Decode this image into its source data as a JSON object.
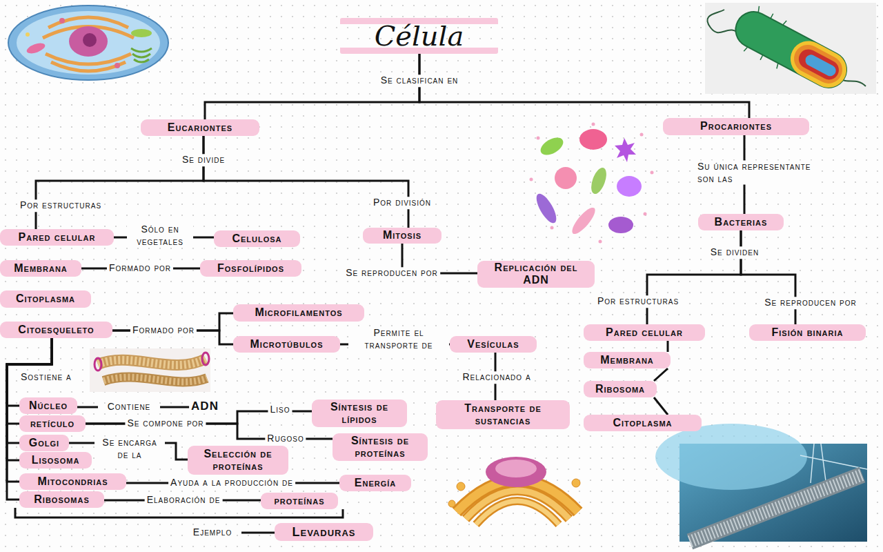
{
  "diagram": {
    "nodes": [
      {
        "text": [
          "Célula"
        ]
      },
      {
        "text": [
          "Eucariontes"
        ]
      },
      {
        "text": [
          "Procariontes"
        ]
      },
      {
        "text": [
          "Pared celular"
        ]
      },
      {
        "text": [
          "Celulosa"
        ]
      },
      {
        "text": [
          "Membrana"
        ]
      },
      {
        "text": [
          "Fosfolípidos"
        ]
      },
      {
        "text": [
          "Citoplasma"
        ]
      },
      {
        "text": [
          "Citoesqueleto"
        ]
      },
      {
        "text": [
          "Microfilamentos"
        ]
      },
      {
        "text": [
          "Microtúbulos"
        ]
      },
      {
        "text": [
          "Vesículas"
        ]
      },
      {
        "text": [
          "Transporte de sustancias"
        ]
      },
      {
        "text": [
          "Mitosis"
        ]
      },
      {
        "text": [
          "Replicación del ADN"
        ]
      },
      {
        "text": [
          "Núcleo"
        ]
      },
      {
        "text": [
          "retículo"
        ]
      },
      {
        "text": [
          "Síntesis de lípidos"
        ]
      },
      {
        "text": [
          "Síntesis de proteínas"
        ]
      },
      {
        "text": [
          "Golgi"
        ]
      },
      {
        "text": [
          "Selección de proteínas"
        ]
      },
      {
        "text": [
          "Lisosoma"
        ]
      },
      {
        "text": [
          "Mitocondrias"
        ]
      },
      {
        "text": [
          "Energía"
        ]
      },
      {
        "text": [
          "Ribosomas"
        ]
      },
      {
        "text": [
          "proteínas"
        ]
      },
      {
        "text": [
          "Levaduras"
        ]
      },
      {
        "text": [
          "Bacterias"
        ]
      },
      {
        "text": [
          "Pared celular"
        ]
      },
      {
        "text": [
          "Membrana"
        ]
      },
      {
        "text": [
          "Ribosoma"
        ]
      },
      {
        "text": [
          "Citoplasma"
        ]
      },
      {
        "text": [
          "Fisión binaria"
        ]
      }
    ],
    "edges": [
      {
        "from": 0,
        "to": 1,
        "arrow": "none"
      },
      {
        "from": 0,
        "to": 2,
        "arrow": "none"
      },
      {
        "from": 1,
        "to": 3,
        "label": "Por estructuras",
        "arrow": "none"
      },
      {
        "from": 1,
        "to": 13,
        "label": "Por división",
        "arrow": "none"
      },
      {
        "from": 3,
        "to": 4,
        "label": "Sólo en vegetales",
        "arrow": "none"
      },
      {
        "from": 5,
        "to": 6,
        "label": "Formado por",
        "arrow": "none"
      },
      {
        "from": 8,
        "to": 9,
        "arrow": "none"
      },
      {
        "from": 8,
        "to": 10,
        "arrow": "none"
      },
      {
        "from": 10,
        "to": 11,
        "label": "Permite el transporte de",
        "arrow": "none"
      },
      {
        "from": 11,
        "to": 12,
        "label": "Relacionado a",
        "arrow": "none"
      },
      {
        "from": 13,
        "to": 14,
        "label": "Se reproducen por",
        "arrow": "none"
      },
      {
        "from": 8,
        "to": 15,
        "arrow": "none"
      },
      {
        "from": 8,
        "to": 16,
        "arrow": "none"
      },
      {
        "from": 8,
        "to": 19,
        "arrow": "none"
      },
      {
        "from": 8,
        "to": 21,
        "arrow": "none"
      },
      {
        "from": 8,
        "to": 22,
        "arrow": "none"
      },
      {
        "from": 8,
        "to": 24,
        "arrow": "none"
      },
      {
        "from": 16,
        "to": 17,
        "label": "Liso",
        "arrow": "none"
      },
      {
        "from": 16,
        "to": 18,
        "label": "Rugoso",
        "arrow": "none"
      },
      {
        "from": 19,
        "to": 20,
        "label": "Se encarga de la",
        "arrow": "none"
      },
      {
        "from": 22,
        "to": 23,
        "label": "Ayuda a la producción de",
        "arrow": "none"
      },
      {
        "from": 24,
        "to": 25,
        "label": "Elaboración de",
        "arrow": "none"
      },
      {
        "from": 2,
        "to": 27,
        "label": "Su única representante son las",
        "arrow": "none"
      },
      {
        "from": 27,
        "to": 28,
        "label": "Por estructuras",
        "arrow": "none"
      },
      {
        "from": 27,
        "to": 32,
        "label": "Se reproducen por",
        "arrow": "none"
      },
      {
        "from": 28,
        "to": 29,
        "arrow": "none"
      },
      {
        "from": 29,
        "to": 30,
        "arrow": "none"
      },
      {
        "from": 30,
        "to": 31,
        "arrow": "none"
      }
    ],
    "labels": [
      "Se clasifican en",
      "Se divide",
      "Formado por",
      "Sostiene a",
      "Contiene",
      "ADN",
      "Se compone por",
      "Ejemplo",
      "Se dividen"
    ]
  }
}
